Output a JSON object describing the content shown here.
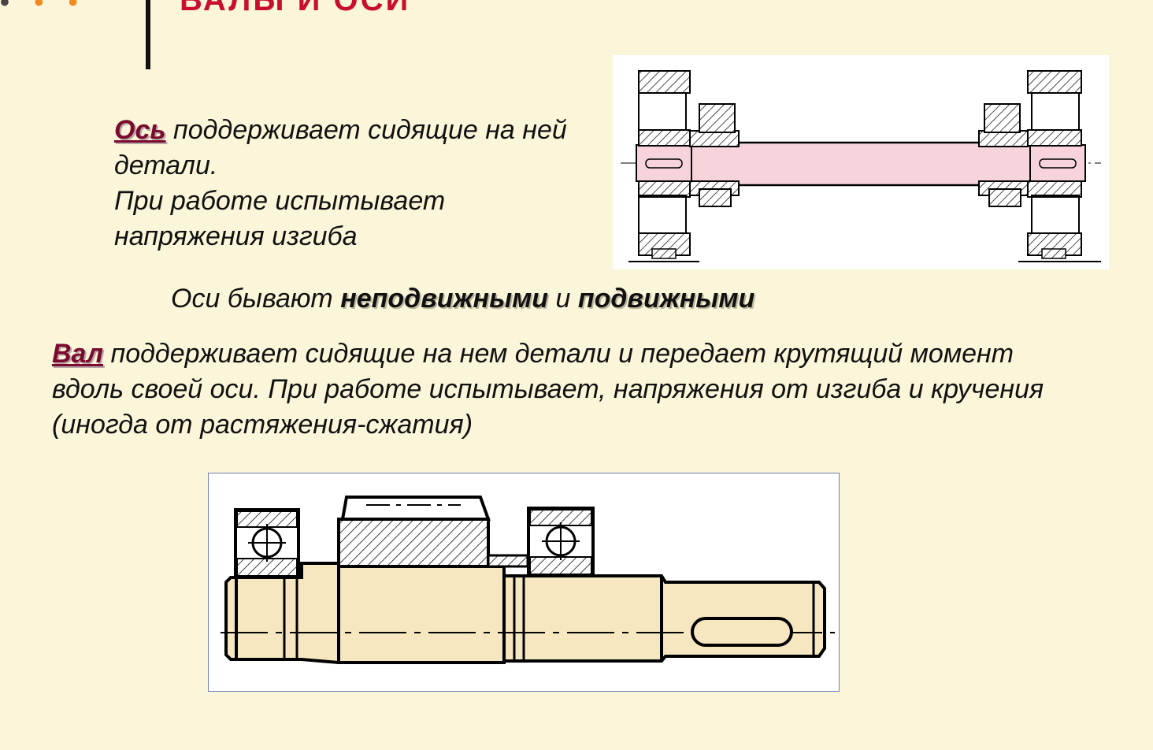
{
  "header": {
    "bullets": [
      "•",
      "•",
      "•"
    ],
    "title": "ВАЛЫ И ОСИ"
  },
  "axle": {
    "term": "Ось",
    "definition": "поддерживает сидящие на ней детали.",
    "stress": "При работе испытывает напряжения изгиба"
  },
  "axle_types": {
    "prefix": "Оси бывают",
    "type1": "неподвижными",
    "conjunction": "и",
    "type2": "подвижными"
  },
  "shaft": {
    "term": "Вал",
    "definition": "поддерживает сидящие на нем детали и передает крутящий момент вдоль своей оси. При работе испытывает, напряжения от изгиба и кручения (иногда от растяжения-сжатия)"
  },
  "colors": {
    "background": "#fbf6d9",
    "term": "#7a0b2e",
    "title": "#c8102e",
    "axle_fill": "#f7d4dc",
    "shaft_fill": "#f6e7c1"
  }
}
